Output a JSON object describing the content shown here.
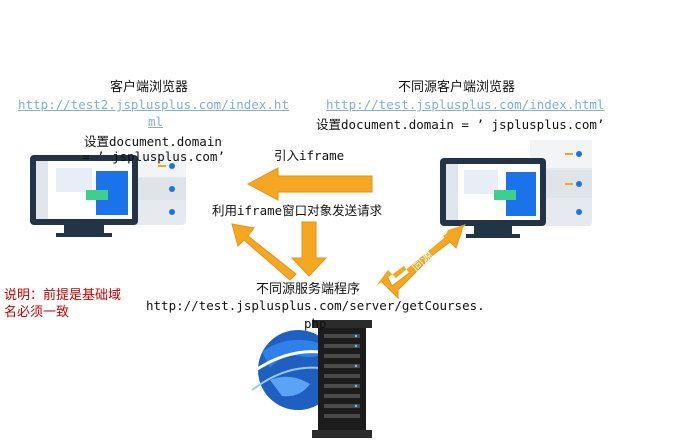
{
  "left_client": {
    "title": "客户端浏览器",
    "url_line1": "http://test2.jsplusplus.com/index.ht",
    "url_line2": "ml",
    "setting_line1": "设置document.domain",
    "setting_line2": "= ’ jsplusplus.com’"
  },
  "right_client": {
    "title": "不同源客户端浏览器",
    "url": "http://test.jsplusplus.com/index.html",
    "setting": "设置document.domain = ’ jsplusplus.com’"
  },
  "arrows": {
    "iframe_label": "引入iframe",
    "request_label": "利用iframe窗口对象发送请求",
    "same_origin_label": "同源"
  },
  "server": {
    "title": "不同源服务端程序",
    "url_line1": "http://test.jsplusplus.com/server/getCourses.",
    "url_line2": "php"
  },
  "note": {
    "line1": "说明：前提是基础域",
    "line2": "名必须一致"
  },
  "colors": {
    "arrow": "#f5a623",
    "note": "#cc0000",
    "link": "#7fb0e0",
    "monitor_frame": "#243447",
    "screen": "#ffffff",
    "accent_blue": "#1a73e8",
    "accent_green": "#3ecf8e"
  }
}
